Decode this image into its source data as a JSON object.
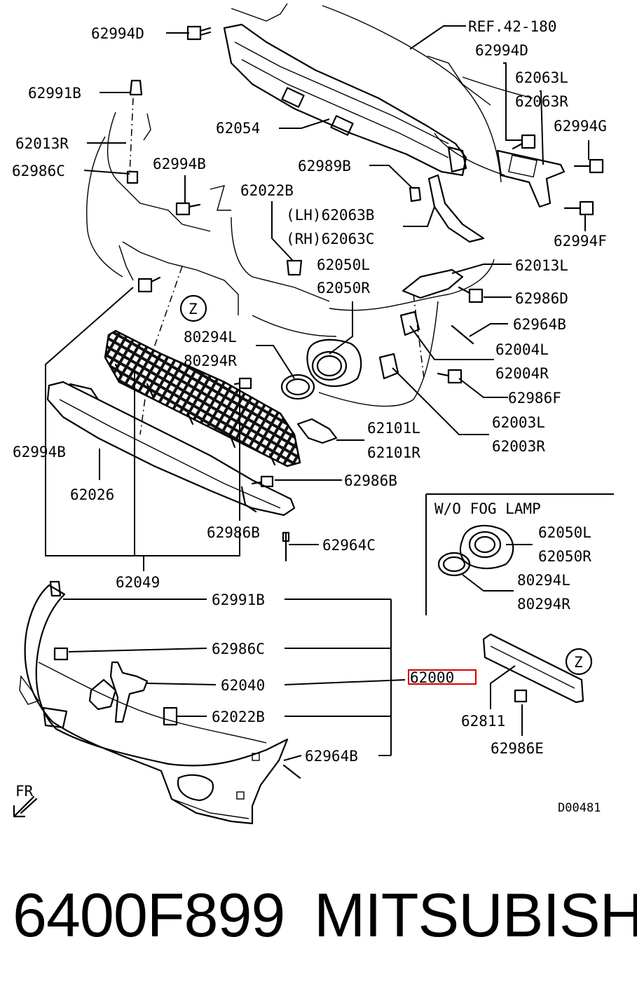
{
  "diagram": {
    "labels": {
      "l62994D_a": "62994D",
      "ref": "REF.42-180",
      "l62994D_b": "62994D",
      "l62063L": "62063L",
      "l62063R": "62063R",
      "l62991B_a": "62991B",
      "l62994G": "62994G",
      "l62054": "62054",
      "l62013R": "62013R",
      "l62989B": "62989B",
      "l62986C_a": "62986C",
      "l62994B_a": "62994B",
      "l62022B_a": "62022B",
      "l62063B": "(LH)62063B",
      "l62063C": "(RH)62063C",
      "l62994F": "62994F",
      "l62050L_a": "62050L",
      "l62050R_a": "62050R",
      "l62013L": "62013L",
      "l62986D": "62986D",
      "l62964B_a": "62964B",
      "l80294L_a": "80294L",
      "l80294R_a": "80294R",
      "l62004L": "62004L",
      "l62004R": "62004R",
      "l62986F": "62986F",
      "l62003L": "62003L",
      "l62003R": "62003R",
      "l62101L": "62101L",
      "l62101R": "62101R",
      "l62994B_b": "62994B",
      "l62986B_a": "62986B",
      "l62026": "62026",
      "l62986B_b": "62986B",
      "l62964C": "62964C",
      "l62049": "62049",
      "wo_fog": "W/O FOG LAMP",
      "l62050L_b": "62050L",
      "l62050R_b": "62050R",
      "l80294L_b": "80294L",
      "l80294R_b": "80294R",
      "l62991B_b": "62991B",
      "l62986C_b": "62986C",
      "l62040": "62040",
      "l62000": "62000",
      "l62022B_b": "62022B",
      "l62811": "62811",
      "l62986E": "62986E",
      "l62964B_b": "62964B",
      "fr": "FR",
      "z1": "Z",
      "z2": "Z",
      "code": "D00481"
    },
    "highlight_color": "#d40000"
  },
  "footer": {
    "part_number": "6400F899",
    "brand": "MITSUBISHI"
  }
}
